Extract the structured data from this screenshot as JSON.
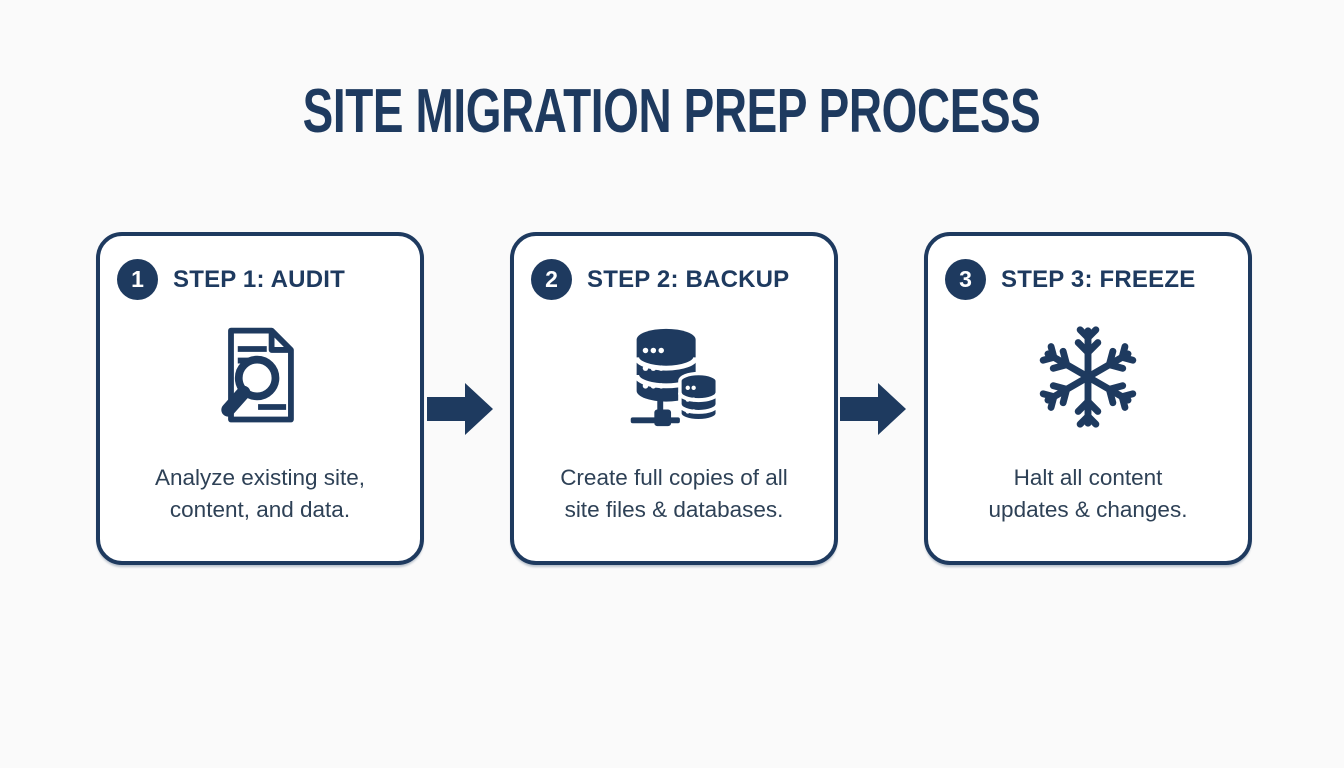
{
  "title": "SITE MIGRATION PREP PROCESS",
  "colors": {
    "navy": "#1e3a5f",
    "text_body": "#2e4156",
    "background": "#fafafa",
    "card_bg": "#ffffff",
    "badge_text": "#ffffff"
  },
  "steps": [
    {
      "number": "1",
      "label": "STEP 1: AUDIT",
      "icon": "audit-document-magnifier-icon",
      "description_lines": [
        "Analyze existing site,",
        "content, and data."
      ]
    },
    {
      "number": "2",
      "label": "STEP 2: BACKUP",
      "icon": "backup-databases-icon",
      "description_lines": [
        "Create full copies of all",
        "site files & databases."
      ]
    },
    {
      "number": "3",
      "label": "STEP 3: FREEZE",
      "icon": "freeze-snowflake-icon",
      "description_lines": [
        "Halt all content",
        "updates & changes."
      ]
    }
  ],
  "connectors": [
    {
      "icon": "arrow-right-icon"
    },
    {
      "icon": "arrow-right-icon"
    }
  ]
}
